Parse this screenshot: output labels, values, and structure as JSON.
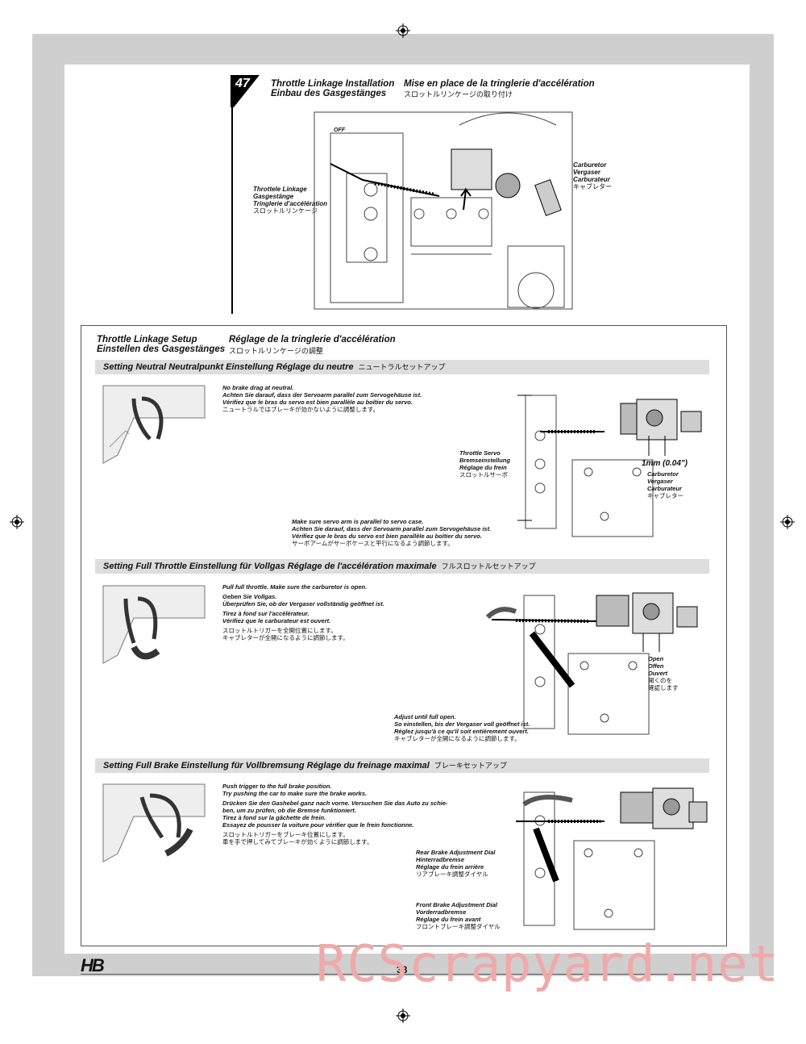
{
  "page_number": "38",
  "watermark": "RCScrapyard.net",
  "logo_text": "HB",
  "step": {
    "number": "47",
    "title_en": "Throttle Linkage Installation",
    "title_de": "Einbau des Gasgestänges",
    "title_fr": "Mise en place de la tringlerie d'accélération",
    "title_jp": "スロットルリンケージの取り付け"
  },
  "top_diagram": {
    "off_label": "OFF",
    "linkage_label": [
      "Throttele Linkage",
      "Gasgestänge",
      "Tringlerie d'accélération",
      "スロットルリンケージ"
    ],
    "carb_label": [
      "Carburetor",
      "Vergaser",
      "Carburateur",
      "キャブレター"
    ]
  },
  "setup": {
    "title_en": "Throttle Linkage Setup",
    "title_de": "Einstellen des Gasgestänges",
    "title_fr": "Réglage de la tringlerie d'accélération",
    "title_jp": "スロットルリンケージの調整"
  },
  "neutral": {
    "bar_title": "Setting Neutral   Neutralpunkt Einstellung   Réglage du neutre",
    "bar_jp": "ニュートラルセットアップ",
    "note": [
      "No brake drag at neutral.",
      "Achten Sie darauf, dass der Servoarm parallel zum Servogehäuse ist.",
      "Vérifiez que le bras du servo est bien parallèle au boîtier du servo."
    ],
    "note_jp": "ニュートラルではブレーキが効かないように調整します。",
    "servo_label": [
      "Throttle Servo",
      "Bremseinstellung",
      "Réglage du frein"
    ],
    "servo_label_jp": "スロットルサーボ",
    "gap": "1mm (0.04\")",
    "carb_label": [
      "Carburetor",
      "Vergaser",
      "Carburateur"
    ],
    "carb_label_jp": "キャブレター",
    "note2": [
      "Make sure servo arm is parallel to servo case.",
      "Achten Sie darauf, dass der Servoarm parallel zum Servogehäuse ist.",
      "Vérifiez que le bras du servo est bien parallèle au boîtier du servo."
    ],
    "note2_jp": "サーボアームがサーボケースと平行になるよう調節します。"
  },
  "full_throttle": {
    "bar_title": "Setting Full Throttle   Einstellung für Vollgas   Réglage de l'accélération maximale",
    "bar_jp": "フルスロットルセットアップ",
    "note": [
      "Pull full throttle. Make sure the carburetor is open.",
      "Geben Sie Vollgas.",
      "Überprüfen Sie, ob der Vergaser vollständig geöffnet ist.",
      "Tirez à fond sur l'accélérateur.",
      "Vérifiez que le carburateur est ouvert."
    ],
    "note_jp": [
      "スロットルトリガーを全開位置にします。",
      "キャブレターが全開になるように調節します。"
    ],
    "open_label": [
      "Open",
      "Offen",
      "Ouvert"
    ],
    "open_label_jp": [
      "開くのを",
      "確認します"
    ],
    "note2": [
      "Adjust until full open.",
      "So einstellen, bis der Vergaser voll geöffnet ist.",
      "Réglez jusqu'à ce qu'il soit entièrement ouvert."
    ],
    "note2_jp": "キャブレターが全開になるように調節します。"
  },
  "full_brake": {
    "bar_title": "Setting Full Brake   Einstellung für Vollbremsung   Réglage du freinage maximal",
    "bar_jp": "ブレーキセットアップ",
    "note": [
      "Push trigger to the full brake position.",
      "Try pushing the car to make sure the brake works.",
      "Drücken Sie den Gashebel ganz nach vorne. Versuchen Sie das Auto zu schie-",
      "ben, um zu prüfen, ob die Bremse funktioniert.",
      "Tirez à fond sur la gâchette de frein.",
      "Essayez de pousser la voiture pour vérifier que le frein fonctionne."
    ],
    "note_jp": [
      "スロットルトリガーをブレーキ位置にします。",
      "車を手で押してみてブレーキが効くように調節します。"
    ],
    "rear_label": [
      "Rear Brake Adjustment Dial",
      "Hinterradbremse",
      "Réglage du frein arrière"
    ],
    "rear_label_jp": "リアブレーキ調整ダイヤル",
    "front_label": [
      "Front Brake Adjustment Dial",
      "Vorderradbremse",
      "Réglage du frein avant"
    ],
    "front_label_jp": "フロントブレーキ調整ダイヤル"
  }
}
